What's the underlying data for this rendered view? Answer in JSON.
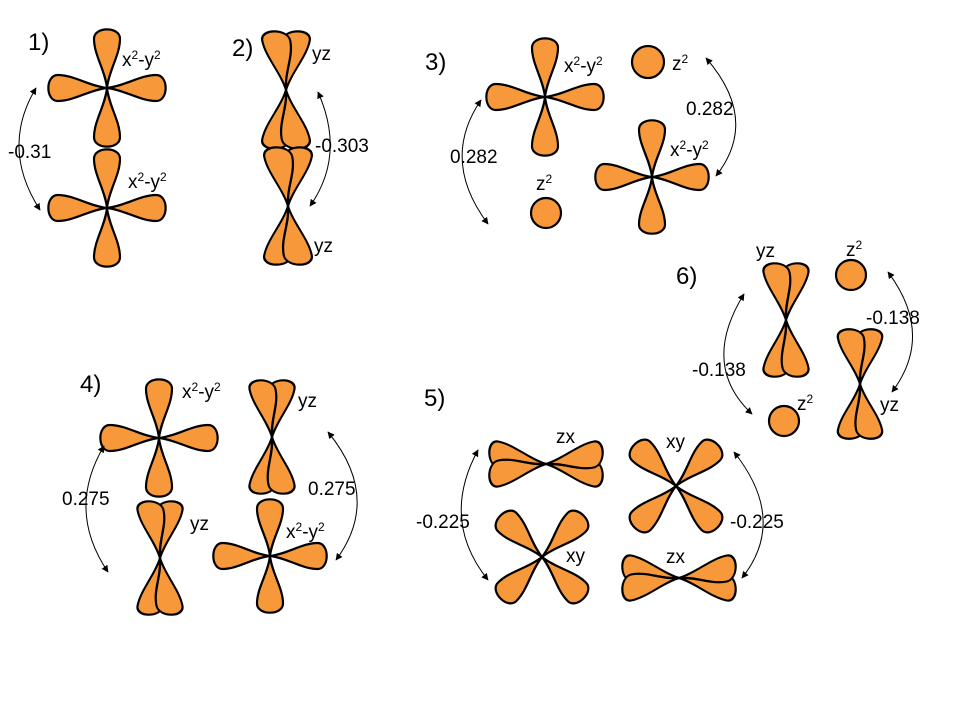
{
  "colors": {
    "orbital_fill": "#f7993a",
    "outline": "#000000"
  },
  "panels": [
    {
      "number": "1)",
      "labels": {
        "top": "x2-y2",
        "bottom": "x2-y2"
      },
      "value": "-0.31"
    },
    {
      "number": "2)",
      "labels": {
        "top": "yz",
        "bottom": "yz"
      },
      "value": "-0.303"
    },
    {
      "number": "3)",
      "labels": {
        "a": "x2-y2",
        "b": "z2",
        "c": "z2",
        "d": "x2-y2"
      },
      "values": [
        "0.282",
        "0.282"
      ]
    },
    {
      "number": "4)",
      "labels": {
        "a": "x2-y2",
        "b": "yz",
        "c": "yz",
        "d": "x2-y2"
      },
      "values": [
        "0.275",
        "0.275"
      ]
    },
    {
      "number": "5)",
      "labels": {
        "a": "zx",
        "b": "xy",
        "c": "xy",
        "d": "zx"
      },
      "values": [
        "-0.225",
        "-0.225"
      ]
    },
    {
      "number": "6)",
      "labels": {
        "a": "yz",
        "b": "z2",
        "c": "z2",
        "d": "yz"
      },
      "values": [
        "-0.138",
        "-0.138"
      ]
    }
  ]
}
